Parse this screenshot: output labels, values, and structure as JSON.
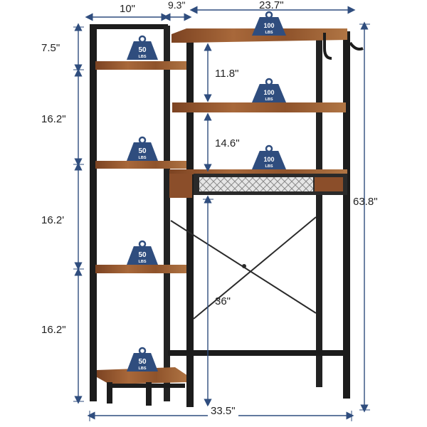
{
  "dimensions": {
    "width_left": "10\"",
    "depth": "9.3\"",
    "width_top": "23.7\"",
    "gap_top": "7.5\"",
    "gap_1": "16.2\"",
    "gap_2": "16.2'",
    "gap_3": "16.2\"",
    "shelf_gap_upper": "11.8\"",
    "shelf_gap_lower": "14.6\"",
    "clearance": "36\"",
    "total_height": "63.8\"",
    "total_width": "33.5\""
  },
  "load_badges": {
    "small": {
      "value": "50",
      "unit": "LBS"
    },
    "large": {
      "value": "100",
      "unit": "LBS"
    }
  },
  "colors": {
    "frame": "#1c1c1c",
    "wood": "#9a5a2e",
    "wood_dark": "#6b3a1c",
    "badge": "#2f4d7e",
    "dim_line": "#2f4d7e"
  }
}
